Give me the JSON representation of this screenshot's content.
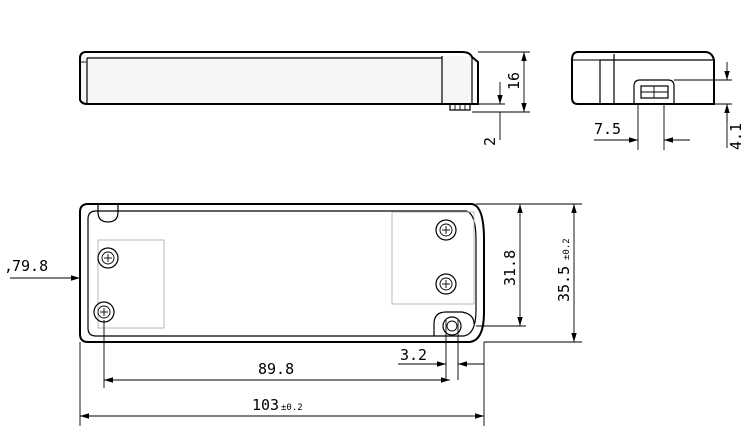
{
  "dimensions": {
    "height_16": "16",
    "height_2": "2",
    "width_7_5": "7.5",
    "height_4_1": "4.1",
    "mount_79_8": "79.8",
    "width_31_8": "31.8",
    "width_35_5": "35.5",
    "width_35_5_tol": "±0.2",
    "hole_3_2": "3.2",
    "pitch_89_8": "89.8",
    "length_103": "103",
    "length_103_tol": "±0.2"
  }
}
